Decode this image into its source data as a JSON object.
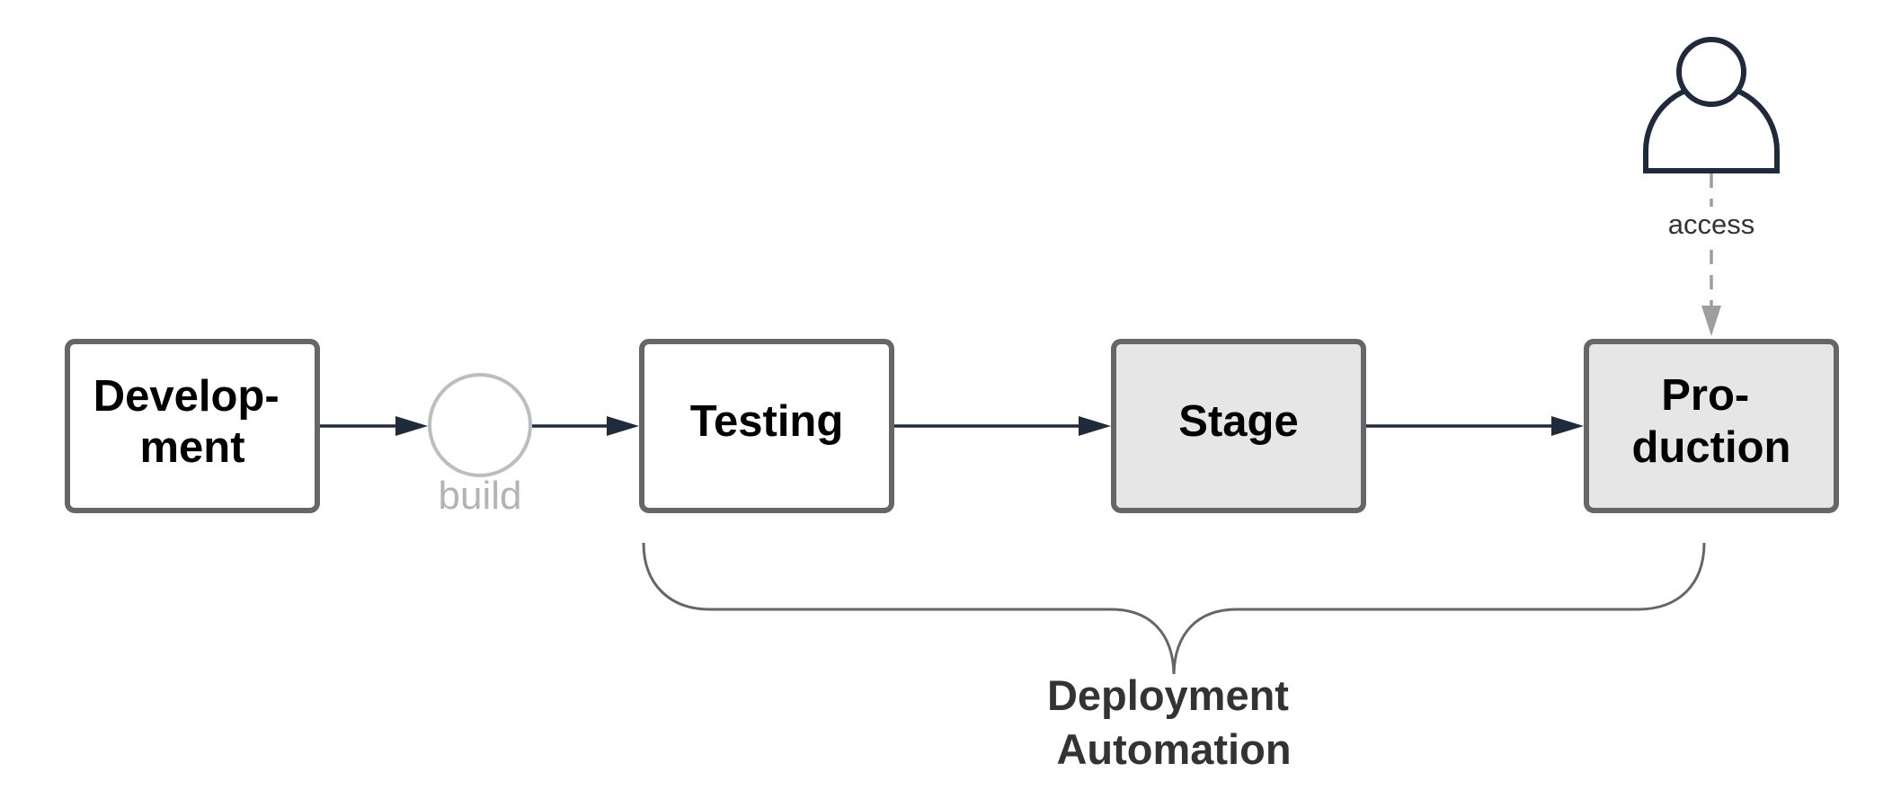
{
  "stages": [
    {
      "lines": [
        "Develop-",
        "ment"
      ],
      "fill": "#ffffff"
    },
    {
      "lines": [
        "Testing"
      ],
      "fill": "#ffffff"
    },
    {
      "lines": [
        "Stage"
      ],
      "fill": "#e6e6e6"
    },
    {
      "lines": [
        "Pro-",
        "duction"
      ],
      "fill": "#e6e6e6"
    }
  ],
  "build_step": {
    "label": "build"
  },
  "user": {
    "icon": "user-icon",
    "edge_label": "access"
  },
  "group": {
    "lines": [
      "Deployment",
      "Automation"
    ]
  },
  "colors": {
    "box_border": "#666666",
    "shaded_fill": "#e6e6e6",
    "arrow": "#1f2a3a",
    "build_circle": "#bdbdbd",
    "access_dashed": "#9e9e9e"
  }
}
